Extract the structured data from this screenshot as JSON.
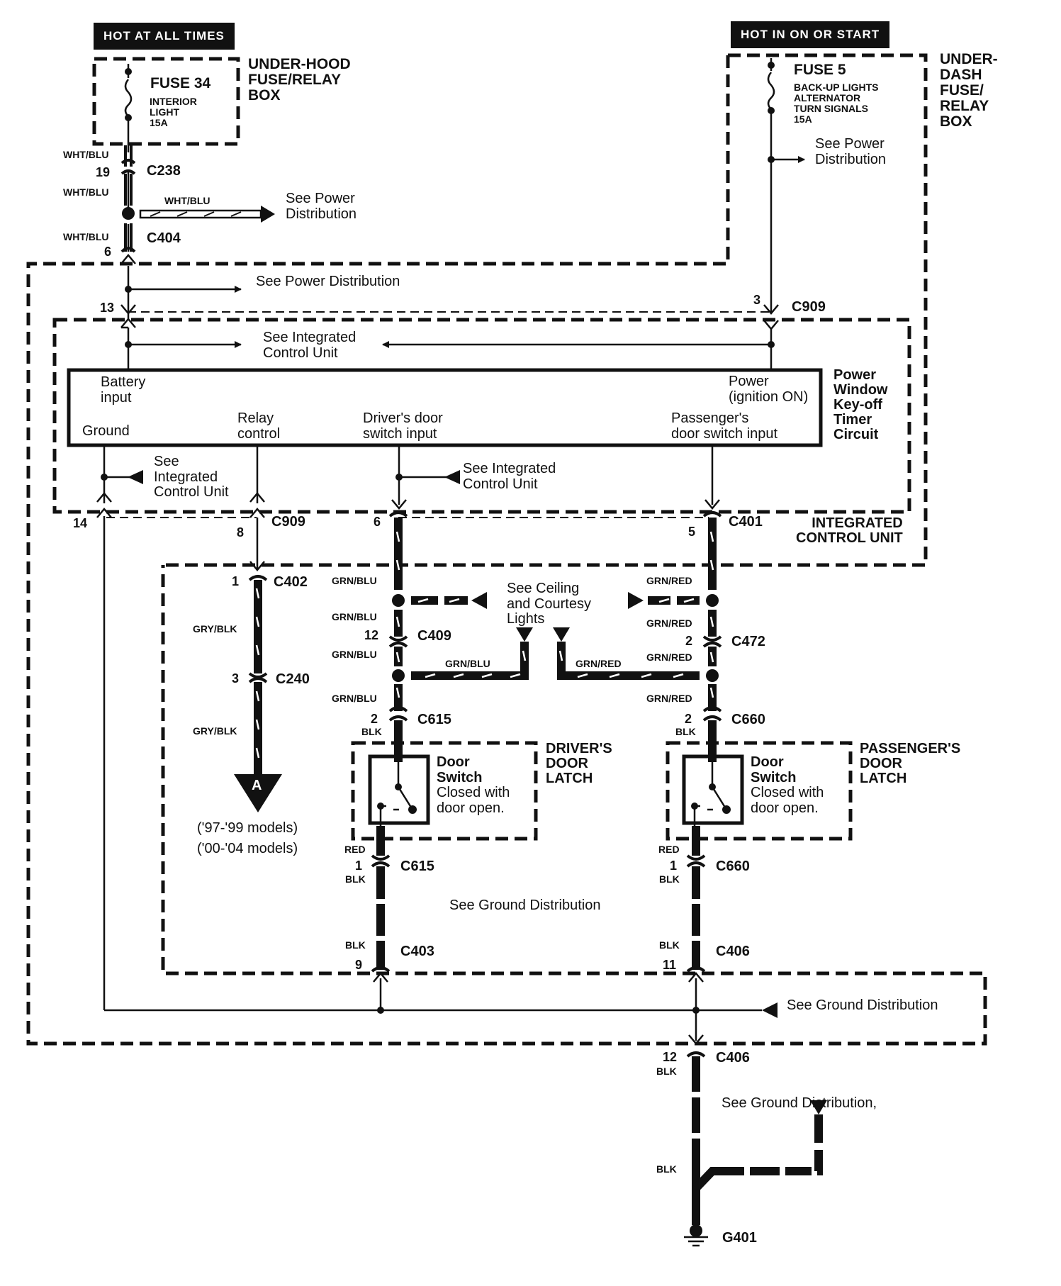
{
  "title": "Power Window Key-off Timer Circuit wiring diagram",
  "banners": {
    "left": "HOT AT ALL TIMES",
    "right": "HOT IN ON OR START"
  },
  "underhood_box": {
    "title": "UNDER-HOOD\nFUSE/RELAY\nBOX",
    "fuse_name": "FUSE 34",
    "fuse_desc": "INTERIOR\nLIGHT\n15A"
  },
  "underdash_box": {
    "title": "UNDER-\nDASH\nFUSE/\nRELAY\nBOX",
    "fuse_name": "FUSE 5",
    "fuse_desc": "BACK-UP LIGHTS\nALTERNATOR\nTURN SIGNALS\n15A"
  },
  "refs": {
    "power_dist_1": "See Power\nDistribution",
    "power_dist_2": "See Power\nDistribution",
    "power_dist_3": "See Power Distribution",
    "icu_top": "See Integrated\nControl Unit",
    "icu_ground": "See\nIntegrated\nControl Unit",
    "icu_driver": "See Integrated\nControl Unit",
    "ceiling": "See Ceiling\nand Courtesy\nLights",
    "ground_dist_1": "See Ground Distribution",
    "ground_dist_2": "See Ground Distribution",
    "ground_dist_3": "See Ground Distribution,"
  },
  "timer_circuit": {
    "title": "Power\nWindow\nKey-off\nTimer\nCircuit",
    "battery_input": "Battery\ninput",
    "ground": "Ground",
    "relay_control": "Relay\ncontrol",
    "driver_input": "Driver's door\nswitch input",
    "power_ign": "Power\n(ignition ON)",
    "passenger_input": "Passenger's\ndoor switch input"
  },
  "icu_label": "INTEGRATED\nCONTROL UNIT",
  "connectors": {
    "c238": "C238",
    "c404": "C404",
    "c909_top": "C909",
    "c909_bot": "C909",
    "c401": "C401",
    "c402": "C402",
    "c240": "C240",
    "c409": "C409",
    "c472": "C472",
    "c615_top": "C615",
    "c615_bot": "C615",
    "c660_top": "C660",
    "c660_bot": "C660",
    "c403": "C403",
    "c406_a": "C406",
    "c406_b": "C406",
    "g401": "G401"
  },
  "pins": {
    "p19": "19",
    "p6a": "6",
    "p13": "13",
    "p3a": "3",
    "p14": "14",
    "p8": "8",
    "p6b": "6",
    "p5": "5",
    "p1a": "1",
    "p3b": "3",
    "p12a": "12",
    "p2a": "2",
    "p2b": "2",
    "p2c": "2",
    "p1b": "1",
    "p1c": "1",
    "p9": "9",
    "p11": "11",
    "p12b": "12"
  },
  "wires": {
    "w1": "WHT/BLU",
    "w2": "WHT/BLU",
    "w3": "WHT/BLU",
    "w4": "WHT/BLU",
    "gb1": "GRN/BLU",
    "gb2": "GRN/BLU",
    "gb3": "GRN/BLU",
    "gb4": "GRN/BLU",
    "gb5": "GRN/BLU",
    "gr1": "GRN/RED",
    "gr2": "GRN/RED",
    "gr3": "GRN/RED",
    "gr4": "GRN/RED",
    "gr5": "GRN/RED",
    "gy1": "GRY/BLK",
    "gy2": "GRY/BLK",
    "blk1": "BLK",
    "blk2": "BLK",
    "blk3": "BLK",
    "blk4": "BLK",
    "blk5": "BLK",
    "blk6": "BLK",
    "blk7": "BLK",
    "blk8": "BLK",
    "red1": "RED",
    "red2": "RED"
  },
  "driver_latch": {
    "title": "DRIVER'S\nDOOR\nLATCH",
    "switch_name": "Door\nSwitch",
    "switch_desc": "Closed with\ndoor open."
  },
  "passenger_latch": {
    "title": "PASSENGER'S\nDOOR\nLATCH",
    "switch_name": "Door\nSwitch",
    "switch_desc": "Closed with\ndoor open."
  },
  "connector_a": {
    "letter": "A",
    "note_1": "('97-'99 models)",
    "note_2": "('00-'04 models)"
  }
}
